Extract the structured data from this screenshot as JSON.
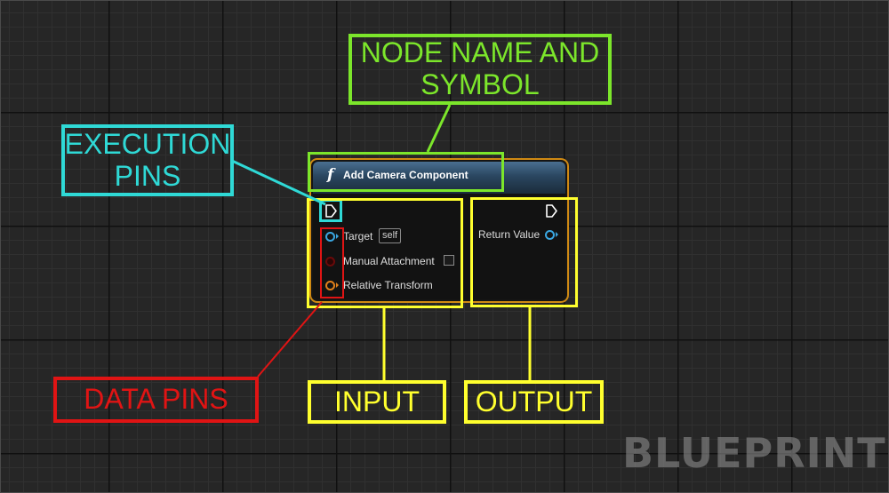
{
  "node": {
    "icon": "f",
    "title": "Add Camera Component",
    "inputs": [
      {
        "label": "Target",
        "badge": "self"
      },
      {
        "label": "Manual Attachment"
      },
      {
        "label": "Relative Transform"
      }
    ],
    "outputs": [
      {
        "label": "Return Value"
      }
    ]
  },
  "annotations": {
    "node_name": "NODE NAME AND\nSYMBOL",
    "execution_pins": "EXECUTION\nPINS",
    "data_pins": "DATA PINS",
    "input": "INPUT",
    "output": "OUTPUT"
  },
  "watermark": "BLUEPRINT",
  "colors": {
    "node_name": "#7ce62b",
    "execution_pins": "#2fd9d6",
    "data_pins": "#e01414",
    "input_output": "#ffff2e",
    "node_border": "#d08a13",
    "target_pin": "#3aa6e0",
    "manual_attachment_pin": "#6a0a0a",
    "relative_transform_pin": "#e0801b"
  },
  "icons": {
    "function": "function-icon",
    "exec_in": "exec-pin-icon",
    "exec_out": "exec-pin-icon"
  }
}
